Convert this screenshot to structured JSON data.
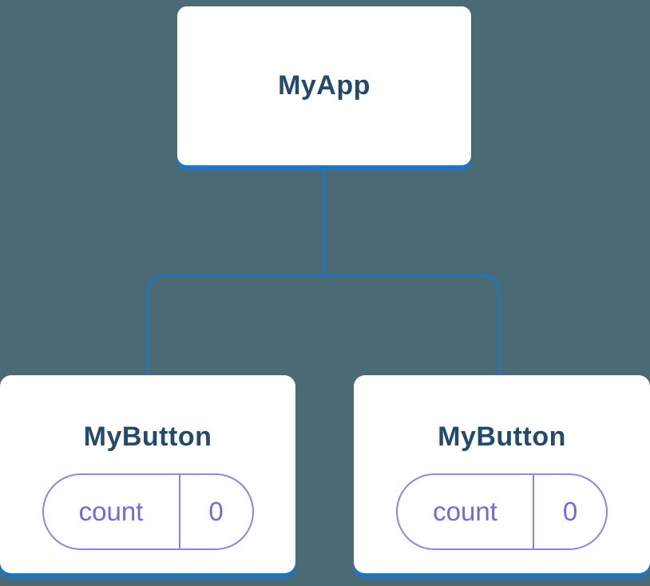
{
  "diagram": {
    "title": "component-tree",
    "parent": {
      "label": "MyApp"
    },
    "children": [
      {
        "label": "MyButton",
        "state": {
          "key": "count",
          "value": "0"
        }
      },
      {
        "label": "MyButton",
        "state": {
          "key": "count",
          "value": "0"
        }
      }
    ],
    "colors": {
      "background": "#4a6a75",
      "connector": "#2275bc",
      "card_background": "#ffffff",
      "card_text": "#23496b",
      "state_text": "#7169e2",
      "state_border": "#8a87ec"
    }
  }
}
